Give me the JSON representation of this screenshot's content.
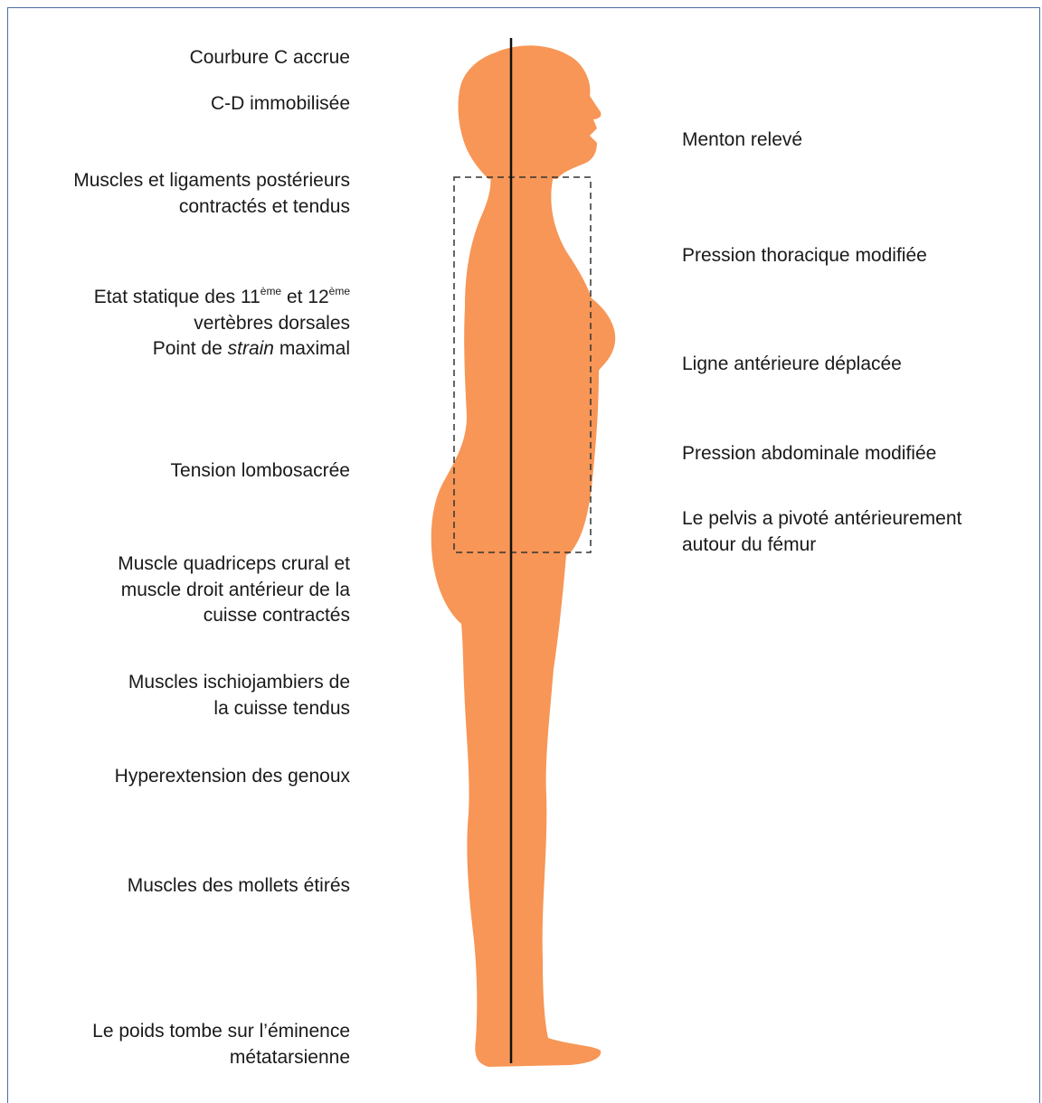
{
  "colors": {
    "body_fill": "#f79656",
    "plumb_line": "#111111",
    "dashed_box": "#333333",
    "frame": "#4a6fa5"
  },
  "left_labels": {
    "courbure": "Courbure C accrue",
    "cd": "C-D immobilisée",
    "muscles_post_1": "Muscles et ligaments postérieurs",
    "muscles_post_2": "contractés et tendus",
    "etat_a": "Etat statique des 11",
    "etat_sup1": "ème",
    "etat_b": " et 12",
    "etat_sup2": "ème",
    "etat_2": "vertèbres dorsales",
    "etat_3a": "Point de ",
    "etat_3b": "strain",
    "etat_3c": " maximal",
    "tension": "Tension lombosacrée",
    "quad_1": "Muscle quadriceps crural et",
    "quad_2": "muscle droit antérieur de la",
    "quad_3": "cuisse contractés",
    "ischio_1": "Muscles ischiojambiers de",
    "ischio_2": "la cuisse tendus",
    "hyper": "Hyperextension des genoux",
    "mollets": "Muscles des mollets étirés",
    "poids_1": "Le poids tombe sur l’éminence",
    "poids_2": "métatarsienne"
  },
  "right_labels": {
    "menton": "Menton relevé",
    "thoracique": "Pression thoracique modifiée",
    "ligne": "Ligne antérieure déplacée",
    "abdominale": "Pression abdominale modifiée",
    "pelvis_1": "Le pelvis a pivoté antérieurement",
    "pelvis_2": "autour du fémur"
  }
}
